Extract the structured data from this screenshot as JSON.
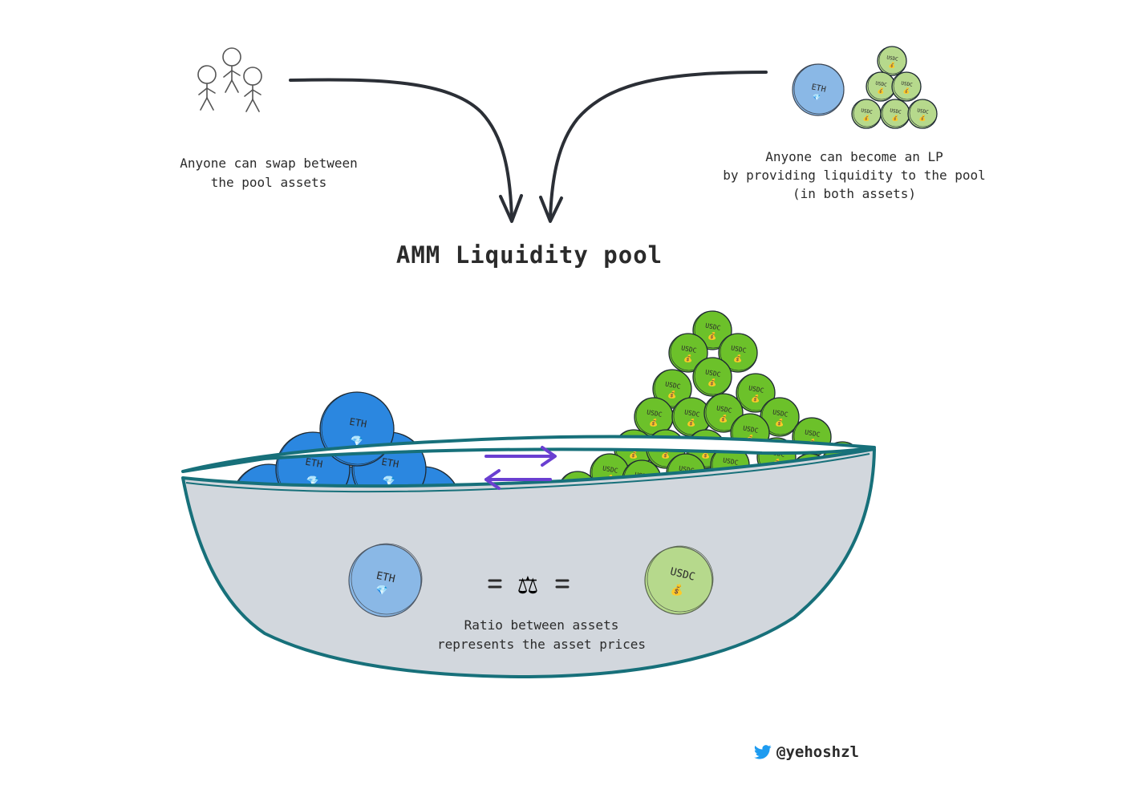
{
  "title": "AMM Liquidity pool",
  "swap_caption": [
    "Anyone can swap between",
    "the pool assets"
  ],
  "lp_caption": [
    "Anyone can become an LP",
    "by providing liquidity to the pool",
    "(in both assets)"
  ],
  "ratio_caption": [
    "Ratio between assets",
    "represents the asset prices"
  ],
  "twitter_handle": "@yehoshzl",
  "tokens": {
    "eth": "ETH",
    "usdc": "USDC"
  },
  "icons": {
    "eth": "gem-icon",
    "usdc": "money-bag-icon",
    "balance": "scales-icon",
    "twitter": "twitter-bird-icon"
  },
  "colors": {
    "eth_fill": "#2b87e0",
    "eth_light": "#8ab8e6",
    "usdc_fill": "#6cc12a",
    "usdc_light": "#b6d98c",
    "bowl_fill": "#d2d7dd",
    "bowl_stroke": "#17707a",
    "swap_arrows": "#6a3fd1",
    "twitter": "#1d9bf0"
  }
}
